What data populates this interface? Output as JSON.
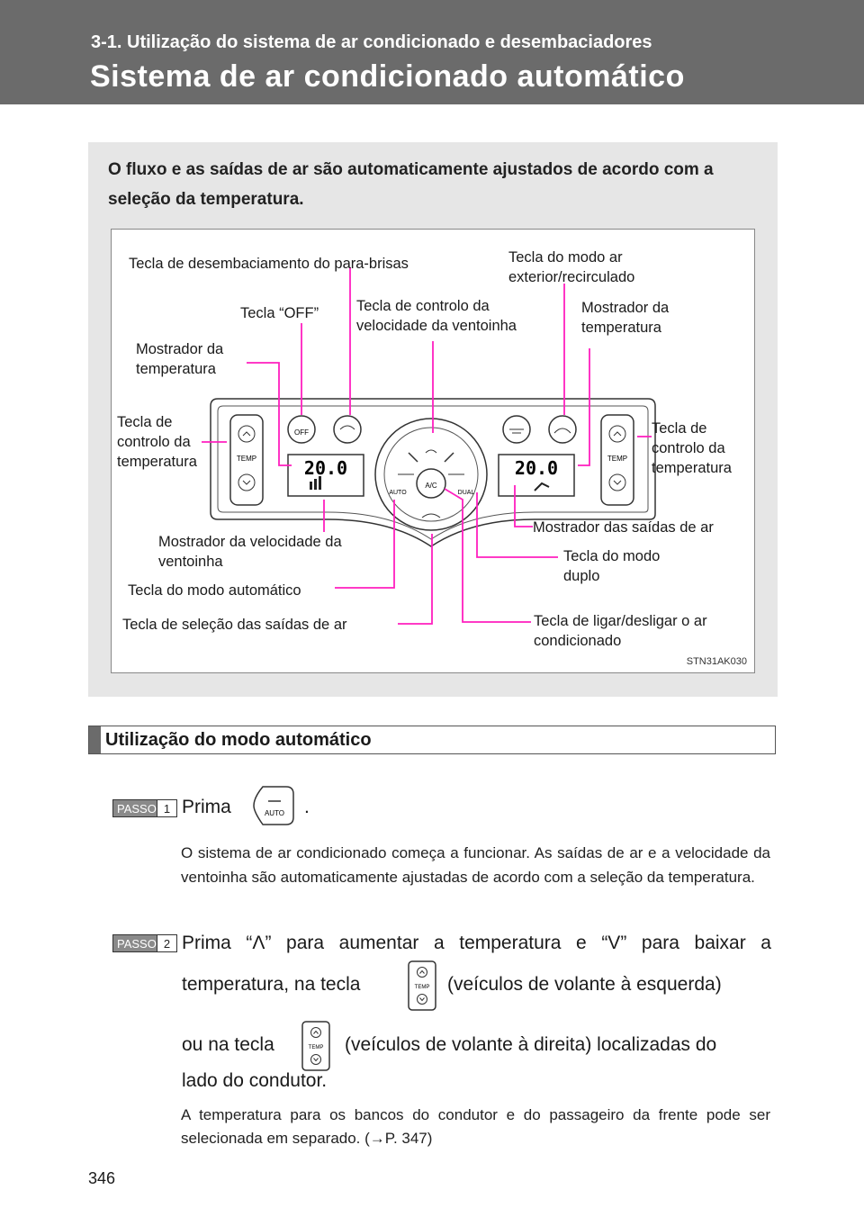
{
  "header": {
    "section": "3-1. Utilização do sistema de ar condicionado e desembaciadores",
    "title": "Sistema de ar condicionado automático"
  },
  "intro": "O fluxo e as saídas de ar são automaticamente ajustados de acordo com a seleção da temperatura.",
  "diagram": {
    "code": "STN31AK030",
    "labels": {
      "defroster": "Tecla de desembaciamento do para-brisas",
      "air_mode": "Tecla do modo ar exterior/recirculado",
      "off": "Tecla “OFF”",
      "fan_control": "Tecla de controlo da velocidade da ventoinha",
      "temp_display_right": "Mostrador da temperatura",
      "temp_display_left": "Mostrador da temperatura",
      "temp_control_left": "Tecla de controlo da temperatura",
      "temp_control_right": "Tecla de controlo da temperatura",
      "outlet_display": "Mostrador das saídas de ar",
      "fan_display": "Mostrador da velocidade da ventoinha",
      "dual": "Tecla do modo duplo",
      "auto": "Tecla do modo automático",
      "outlet_select": "Tecla de seleção das saídas de ar",
      "ac": "Tecla de ligar/desligar o ar condicionado"
    },
    "panel": {
      "temp_left": "20.0",
      "temp_right": "20.0",
      "off_label": "OFF",
      "temp_label": "TEMP",
      "auto_label": "AUTO",
      "ac_label": "A/C",
      "dual_label": "DUAL"
    }
  },
  "subsection": "Utilização do modo automático",
  "steps": [
    {
      "badge": "PASSO",
      "num": "1",
      "text_a": "Prima",
      "text_b": ".",
      "detail": "O sistema de ar condicionado começa a funcionar. As saídas de ar e a velocidade da ventoinha são automaticamente ajustadas de acordo com a seleção da temperatura."
    },
    {
      "badge": "PASSO",
      "num": "2",
      "line1": "Prima “Λ” para aumentar a temperatura e “V” para baixar a",
      "line2a": "temperatura, na tecla",
      "line2b": "(veículos de volante à esquerda)",
      "line3a": "ou na tecla",
      "line3b": "(veículos de volante à direita) localizadas do",
      "line4": "lado do condutor.",
      "detail": "A temperatura para os bancos do condutor e do passageiro da frente pode ser selecionada em separado. (→P. 347)"
    }
  ],
  "icons": {
    "auto_label": "AUTO",
    "temp_label": "TEMP"
  },
  "page_number": "346",
  "colors": {
    "callout": "#ff1fbf",
    "header": "#6b6b6b",
    "box": "#e6e6e6"
  }
}
